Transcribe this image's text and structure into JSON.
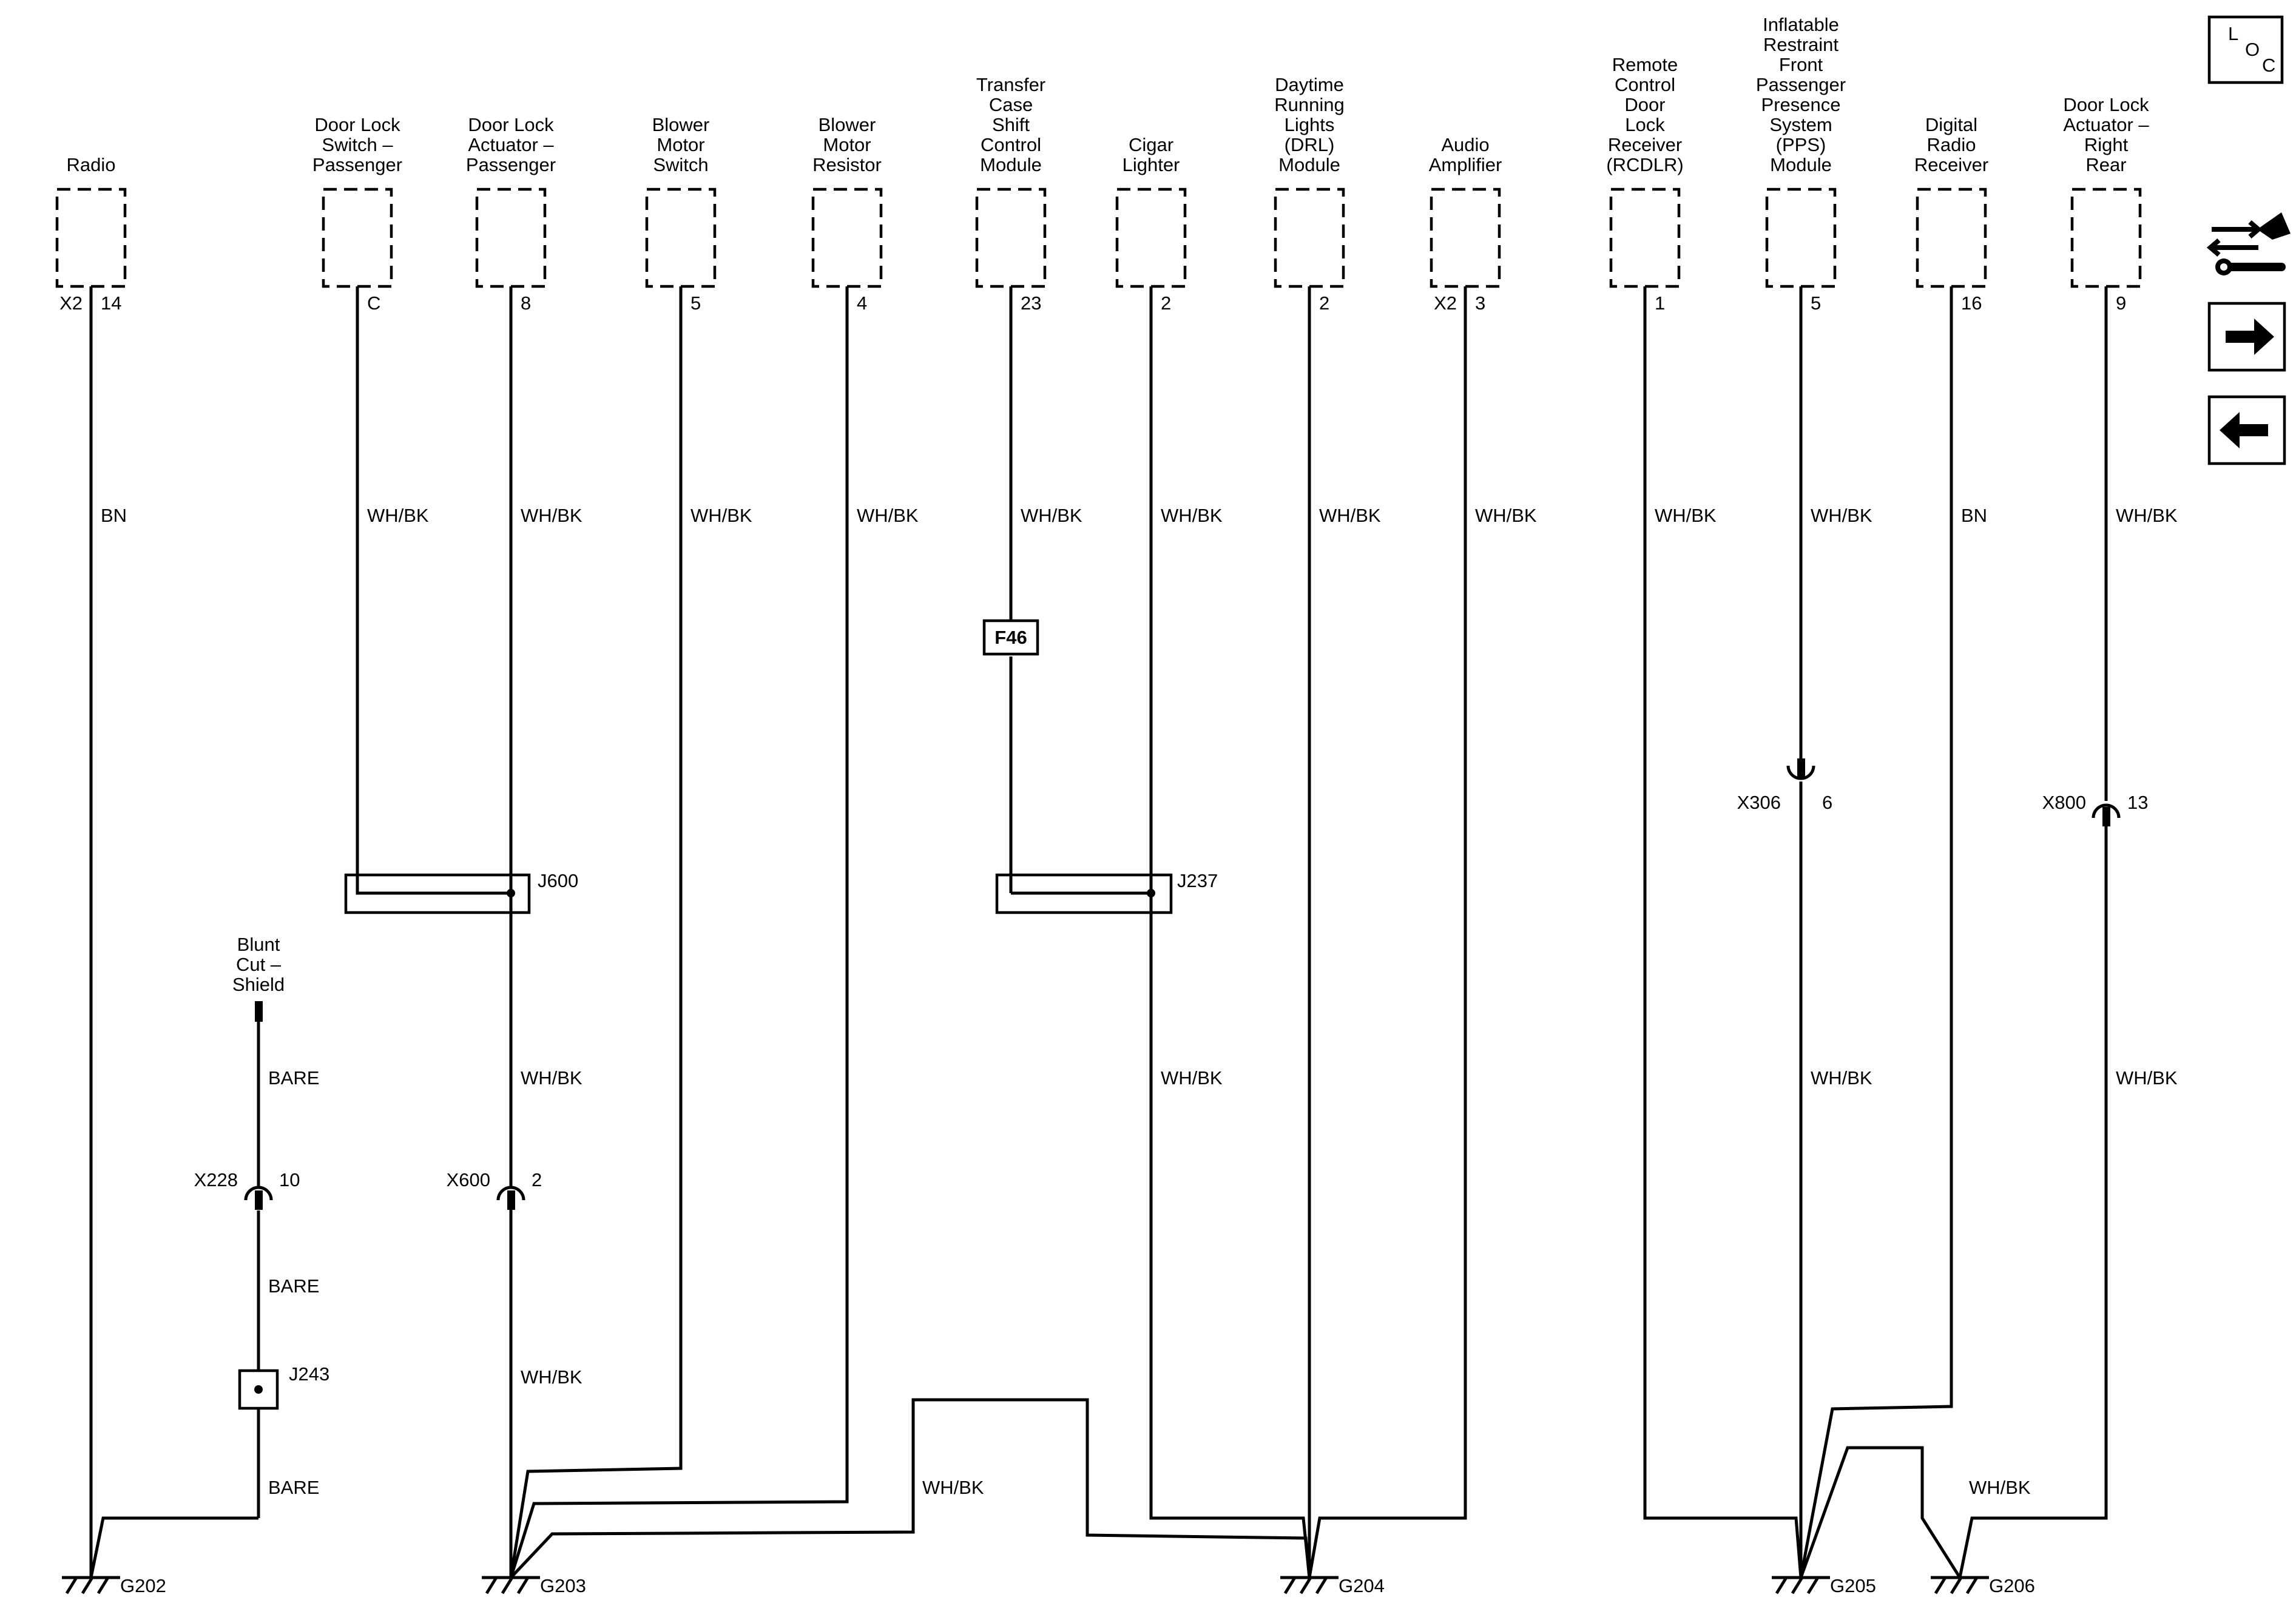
{
  "components": [
    {
      "name": [
        "Radio"
      ],
      "connector": "X2",
      "pin": "14",
      "wire_color": "BN"
    },
    {
      "name": [
        "Door Lock",
        "Switch –",
        "Passenger"
      ],
      "connector": "",
      "pin": "C",
      "wire_color": "WH/BK"
    },
    {
      "name": [
        "Door Lock",
        "Actuator –",
        "Passenger"
      ],
      "connector": "",
      "pin": "8",
      "wire_color": "WH/BK"
    },
    {
      "name": [
        "Blower",
        "Motor",
        "Switch"
      ],
      "connector": "",
      "pin": "5",
      "wire_color": "WH/BK"
    },
    {
      "name": [
        "Blower",
        "Motor",
        "Resistor"
      ],
      "connector": "",
      "pin": "4",
      "wire_color": "WH/BK"
    },
    {
      "name": [
        "Transfer",
        "Case",
        "Shift",
        "Control",
        "Module"
      ],
      "connector": "",
      "pin": "23",
      "wire_color": "WH/BK"
    },
    {
      "name": [
        "Cigar",
        "Lighter"
      ],
      "connector": "",
      "pin": "2",
      "wire_color": "WH/BK"
    },
    {
      "name": [
        "Daytime",
        "Running",
        "Lights",
        "(DRL)",
        "Module"
      ],
      "connector": "",
      "pin": "2",
      "wire_color": "WH/BK"
    },
    {
      "name": [
        "Audio",
        "Amplifier"
      ],
      "connector": "X2",
      "pin": "3",
      "wire_color": "WH/BK"
    },
    {
      "name": [
        "Remote",
        "Control",
        "Door",
        "Lock",
        "Receiver",
        "(RCDLR)"
      ],
      "connector": "",
      "pin": "1",
      "wire_color": "WH/BK"
    },
    {
      "name": [
        "Inflatable",
        "Restraint",
        "Front",
        "Passenger",
        "Presence",
        "System",
        "(PPS)",
        "Module"
      ],
      "connector": "",
      "pin": "5",
      "wire_color": "WH/BK"
    },
    {
      "name": [
        "Digital",
        "Radio",
        "Receiver"
      ],
      "connector": "",
      "pin": "16",
      "wire_color": "BN"
    },
    {
      "name": [
        "Door Lock",
        "Actuator –",
        "Right",
        "Rear"
      ],
      "connector": "",
      "pin": "9",
      "wire_color": "WH/BK"
    }
  ],
  "fuse": {
    "label": "F46"
  },
  "splices": [
    {
      "label": "J600"
    },
    {
      "label": "J237"
    }
  ],
  "splice_box": {
    "label": "J243"
  },
  "inline_connectors": [
    {
      "connector": "X306",
      "pin": "6"
    },
    {
      "connector": "X800",
      "pin": "13"
    },
    {
      "connector": "X228",
      "pin": "10"
    },
    {
      "connector": "X600",
      "pin": "2"
    }
  ],
  "shield": {
    "name": [
      "Blunt",
      "Cut –",
      "Shield"
    ]
  },
  "lower_wire_labels": {
    "bare": "BARE",
    "whbk": "WH/BK"
  },
  "grounds": [
    {
      "label": "G202"
    },
    {
      "label": "G203"
    },
    {
      "label": "G204"
    },
    {
      "label": "G205"
    },
    {
      "label": "G206"
    }
  ],
  "side_panel": {
    "loc_letters": [
      "L",
      "O",
      "C"
    ],
    "icons": [
      "connector-wrench-icon",
      "arrow-right-icon",
      "arrow-left-icon"
    ]
  }
}
